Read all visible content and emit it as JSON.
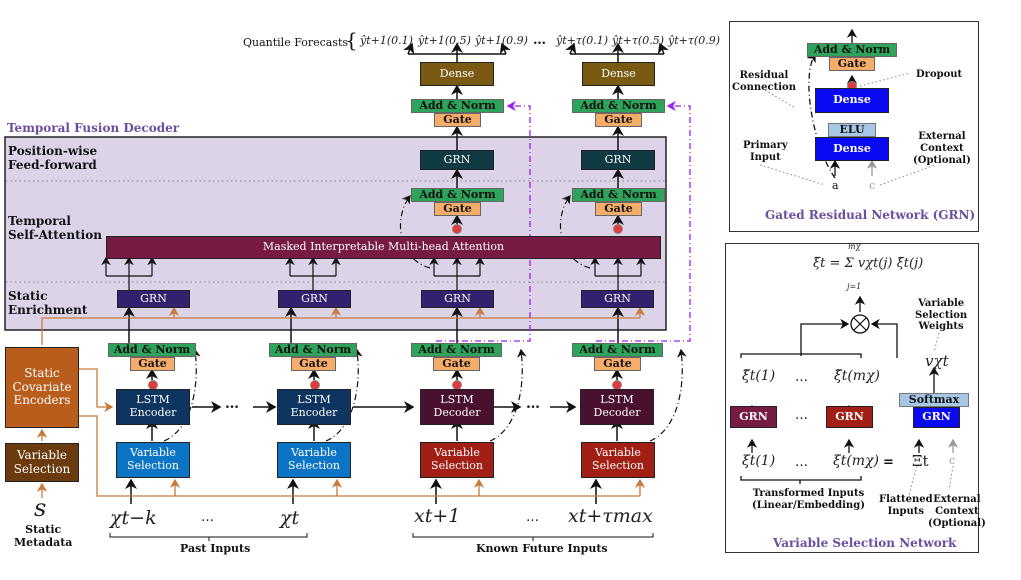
{
  "colors": {
    "decoder_bg": "#dcd3e8",
    "dense_brown": "#7a5a12",
    "add_norm": "#2ea35a",
    "gate": "#f7ad6a",
    "grn_teal": "#0f3a44",
    "grn_indigo": "#33206e",
    "attention": "#771b45",
    "lstm_encoder": "#0d3560",
    "lstm_decoder": "#4a1030",
    "vs_past": "#0c74c4",
    "vs_future": "#a11f14",
    "static_encoder": "#b85d1c",
    "static_vs": "#6b3a0e",
    "static_link": "#c97a3a",
    "skip_link": "#a020f0",
    "grn_dense": "#0a0af2",
    "elu": "#a7c7e7",
    "dropout": "#e23b3b",
    "title_purple": "#6a4fa0"
  },
  "top": {
    "quantile_label": "Quantile Forecasts",
    "forecasts_t1": [
      "ŷt+1(0.1)",
      "ŷt+1(0.5)",
      "ŷt+1(0.9)"
    ],
    "ellipsis": "…",
    "forecasts_tau": [
      "ŷt+τ(0.1)",
      "ŷt+τ(0.5)",
      "ŷt+τ(0.9)"
    ],
    "dense_label": "Dense",
    "add_norm_label": "Add & Norm",
    "gate_label": "Gate"
  },
  "decoder": {
    "title": "Temporal Fusion Decoder",
    "sections": {
      "feedforward": "Position-wise\nFeed-forward",
      "self_attention": "Temporal\nSelf-Attention",
      "enrichment": "Static\nEnrichment"
    },
    "grn_label": "GRN",
    "attention_label": "Masked Interpretable Multi-head Attention"
  },
  "lower": {
    "add_norm_label": "Add & Norm",
    "gate_label": "Gate",
    "lstm_encoder": "LSTM\nEncoder",
    "lstm_decoder": "LSTM\nDecoder",
    "variable_selection": "Variable\nSelection",
    "static_encoders": "Static\nCovariate\nEncoders",
    "static_vs": "Variable\nSelection",
    "static_symbol": "s",
    "static_label": "Static\nMetadata",
    "inputs": {
      "x_tk": "χt−k",
      "x_t": "χt",
      "x_t1": "xt+1",
      "x_tmax": "xt+τmax",
      "ellipsis": "…"
    },
    "past_inputs": "Past Inputs",
    "future_inputs": "Known Future Inputs",
    "chain_ellipsis": "…"
  },
  "grn_panel": {
    "title": "Gated Residual Network (GRN)",
    "add_norm": "Add & Norm",
    "gate": "Gate",
    "dense": "Dense",
    "elu": "ELU",
    "residual": "Residual\nConnection",
    "dropout": "Dropout",
    "primary": "Primary\nInput",
    "external": "External\nContext\n(Optional)",
    "a": "a",
    "c": "c"
  },
  "vsn_panel": {
    "title": "Variable Selection Network",
    "formula": "ξ̃t = Σ vχt(j) ξ̃t(j)",
    "formula_top": "mχ",
    "formula_bottom": "j=1",
    "weights_label": "Variable\nSelection\nWeights",
    "v_symbol": "vχt",
    "xi_tilde_1": "ξ̃t(1)",
    "xi_tilde_m": "ξ̃t(mχ)",
    "xi_1": "ξt(1)",
    "xi_m": "ξt(mχ)",
    "ellipsis": "…",
    "grn": "GRN",
    "softmax": "Softmax",
    "equals": "=",
    "Xi": "Ξt",
    "c": "c",
    "transformed": "Transformed Inputs\n(Linear/Embedding)",
    "flattened": "Flattened\nInputs",
    "external": "External\nContext\n(Optional)"
  }
}
